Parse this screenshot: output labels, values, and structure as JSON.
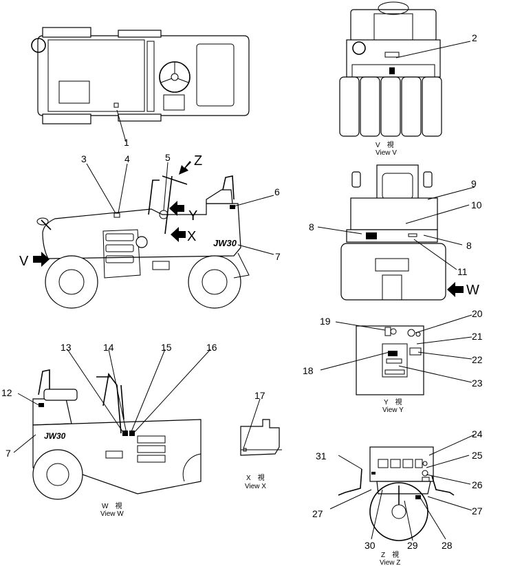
{
  "callouts": {
    "c1": "1",
    "c2": "2",
    "c3": "3",
    "c4": "4",
    "c5": "5",
    "c6": "6",
    "c7a": "7",
    "c7b": "7",
    "c8a": "8",
    "c8b": "8",
    "c9": "9",
    "c10": "10",
    "c11": "11",
    "c12": "12",
    "c13": "13",
    "c14": "14",
    "c15": "15",
    "c16": "16",
    "c17": "17",
    "c18": "18",
    "c19": "19",
    "c20": "20",
    "c21": "21",
    "c22": "22",
    "c23": "23",
    "c24": "24",
    "c25": "25",
    "c26": "26",
    "c27a": "27",
    "c27b": "27",
    "c28": "28",
    "c29": "29",
    "c30": "30",
    "c31": "31"
  },
  "arrows": {
    "v": "V",
    "w": "W",
    "x": "X",
    "y": "Y",
    "z": "Z"
  },
  "machine_label": "JW30",
  "views": {
    "v_jp": "V　視",
    "v_en": "View  V",
    "w_jp": "W　視",
    "w_en": "View  W",
    "x_jp": "X　視",
    "x_en": "View  X",
    "y_jp": "Y　視",
    "y_en": "View  Y",
    "z_jp": "Z　視",
    "z_en": "View  Z"
  }
}
